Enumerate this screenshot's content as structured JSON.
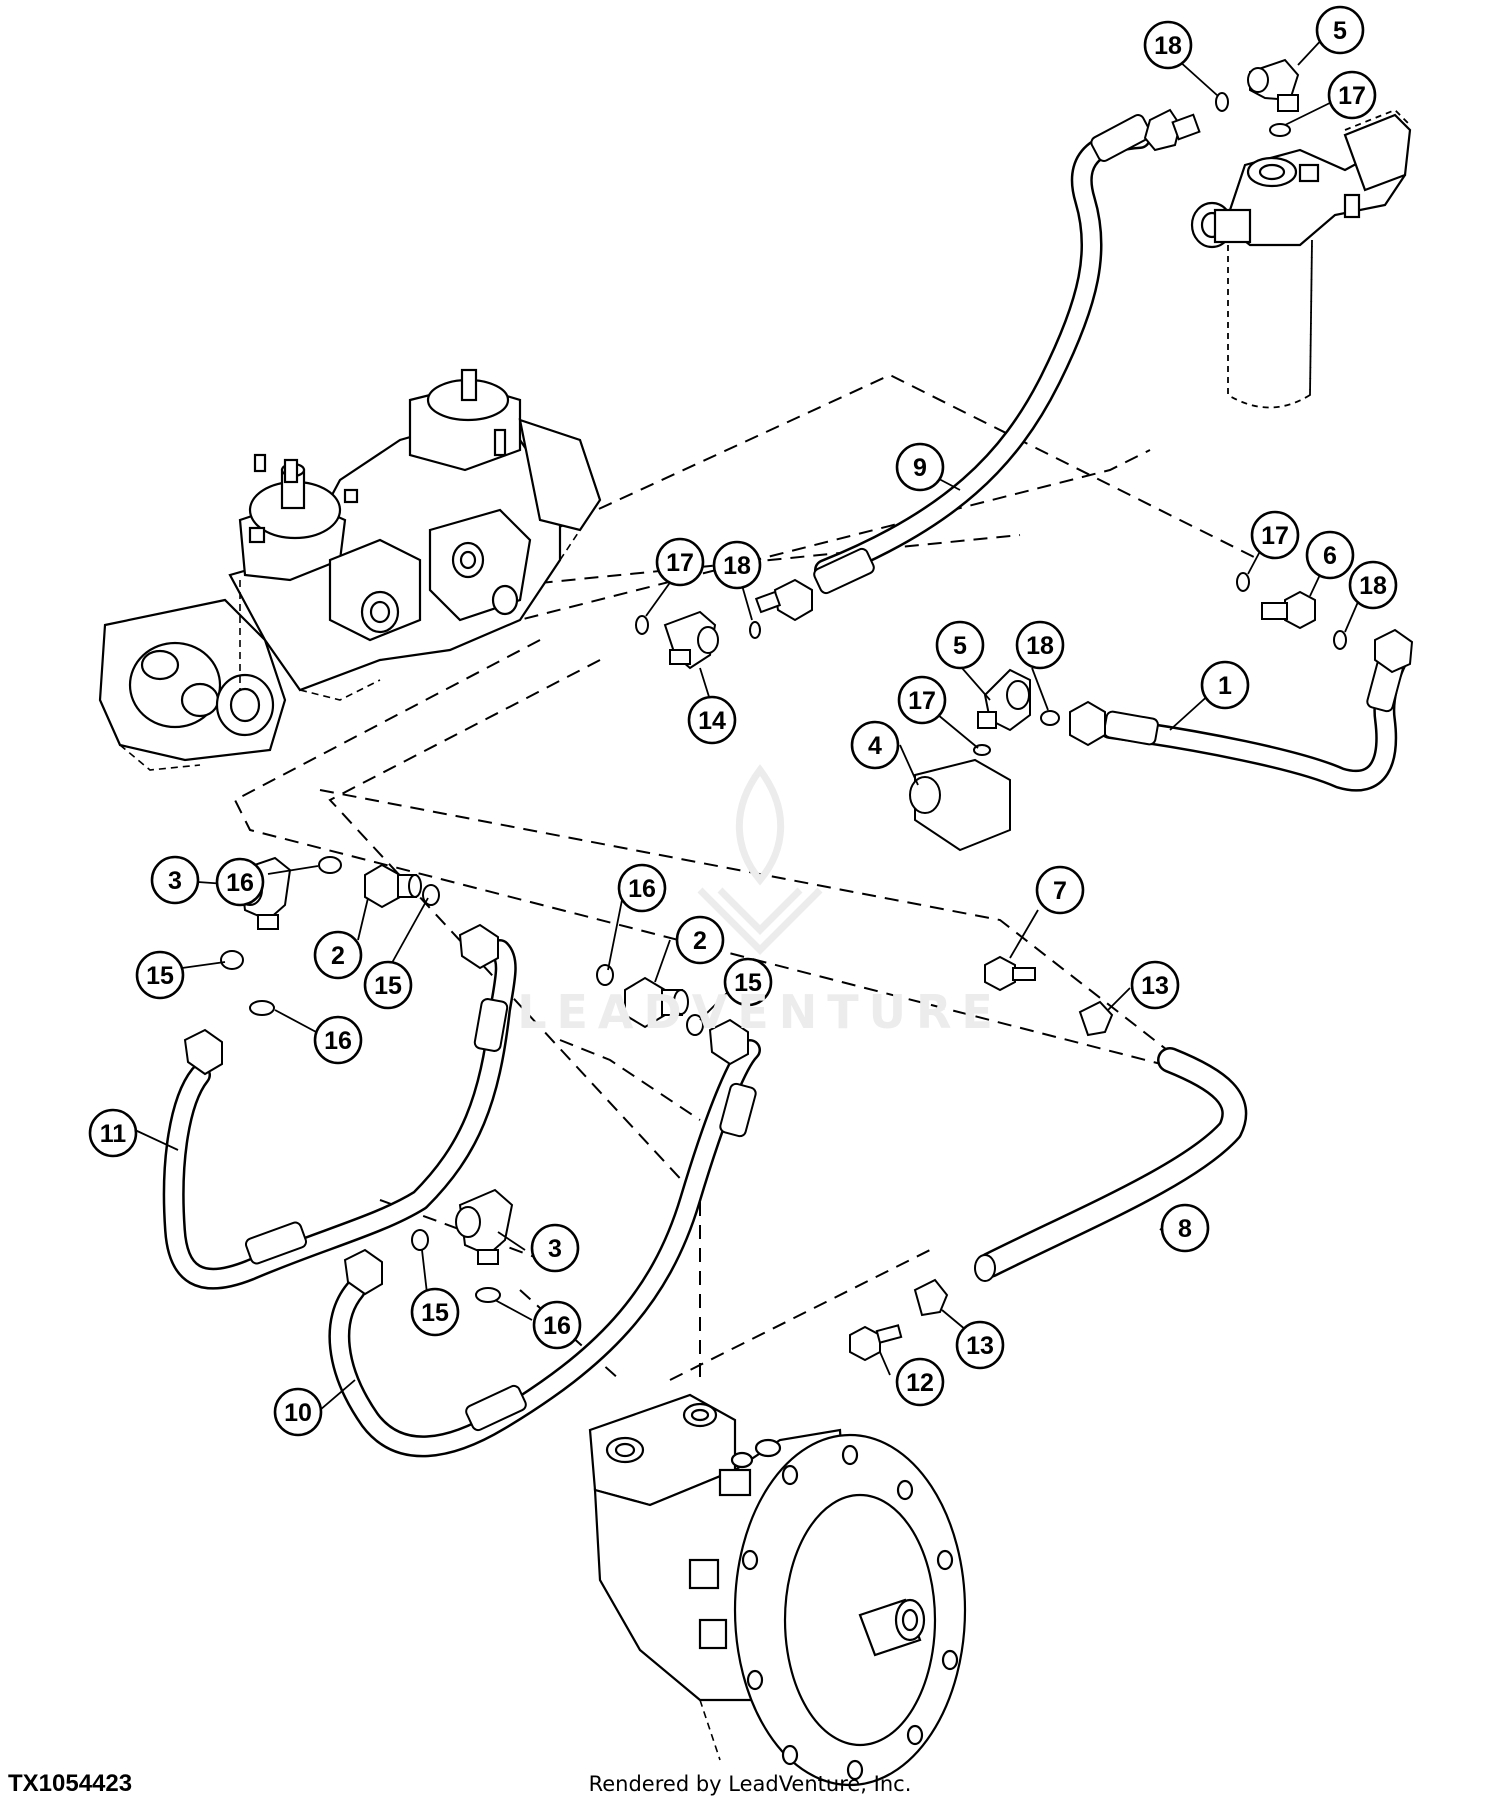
{
  "figure_id": "TX1054423",
  "footer": "Rendered by LeadVenture, Inc.",
  "watermark": "LEADVENTURE",
  "callouts": [
    {
      "key": "c1",
      "label": "1"
    },
    {
      "key": "c2a",
      "label": "2"
    },
    {
      "key": "c2b",
      "label": "2"
    },
    {
      "key": "c3a",
      "label": "3"
    },
    {
      "key": "c3b",
      "label": "3"
    },
    {
      "key": "c4",
      "label": "4"
    },
    {
      "key": "c5a",
      "label": "5"
    },
    {
      "key": "c5b",
      "label": "5"
    },
    {
      "key": "c6",
      "label": "6"
    },
    {
      "key": "c7",
      "label": "7"
    },
    {
      "key": "c8",
      "label": "8"
    },
    {
      "key": "c9",
      "label": "9"
    },
    {
      "key": "c10",
      "label": "10"
    },
    {
      "key": "c11",
      "label": "11"
    },
    {
      "key": "c12",
      "label": "12"
    },
    {
      "key": "c13a",
      "label": "13"
    },
    {
      "key": "c13b",
      "label": "13"
    },
    {
      "key": "c14",
      "label": "14"
    },
    {
      "key": "c15a",
      "label": "15"
    },
    {
      "key": "c15b",
      "label": "15"
    },
    {
      "key": "c15c",
      "label": "15"
    },
    {
      "key": "c15d",
      "label": "15"
    },
    {
      "key": "c16a",
      "label": "16"
    },
    {
      "key": "c16b",
      "label": "16"
    },
    {
      "key": "c16c",
      "label": "16"
    },
    {
      "key": "c16d",
      "label": "16"
    },
    {
      "key": "c17a",
      "label": "17"
    },
    {
      "key": "c17b",
      "label": "17"
    },
    {
      "key": "c17c",
      "label": "17"
    },
    {
      "key": "c17d",
      "label": "17"
    },
    {
      "key": "c18a",
      "label": "18"
    },
    {
      "key": "c18b",
      "label": "18"
    },
    {
      "key": "c18c",
      "label": "18"
    },
    {
      "key": "c18d",
      "label": "18"
    }
  ],
  "colors": {
    "line": "#000000",
    "watermark": "#ececec",
    "background": "#ffffff"
  }
}
